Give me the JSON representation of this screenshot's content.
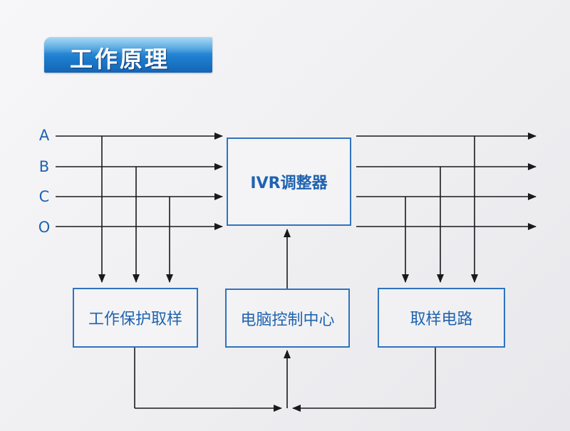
{
  "title": "工作原理",
  "inputs": [
    "A",
    "B",
    "C",
    "O"
  ],
  "main_box": "IVR调整器",
  "boxes": {
    "protection_sampling": "工作保护取样",
    "computer_control": "电脑控制中心",
    "sampling_circuit": "取样电路"
  },
  "colors": {
    "line": "#1a1a1a",
    "box_border": "#2f73bf",
    "text_blue": "#1f63b0",
    "badge_top": "#5fb8ec",
    "badge_bottom": "#1465b4"
  }
}
